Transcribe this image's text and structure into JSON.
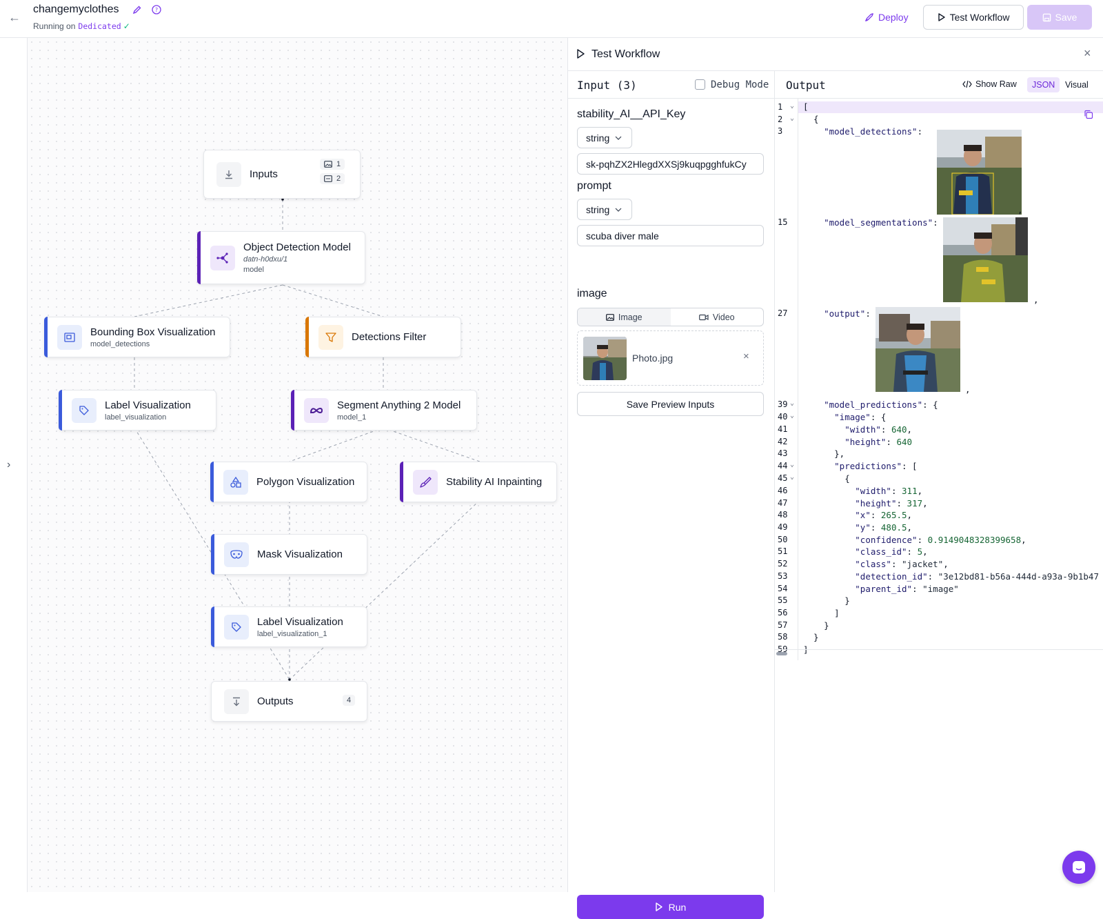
{
  "header": {
    "title": "changemyclothes",
    "running_prefix": "Running on",
    "running_target": "Dedicated",
    "deploy_label": "Deploy",
    "test_label": "Test Workflow",
    "save_label": "Save"
  },
  "colors": {
    "accent": "#7c3aed",
    "blue_accent": "#3b5bdb",
    "orange_accent": "#d97706",
    "purple_accent": "#5b21b6"
  },
  "nodes": {
    "inputs": {
      "label": "Inputs",
      "badge_images": "1",
      "badge_params": "2",
      "icon": "download-icon"
    },
    "object_detection": {
      "label": "Object Detection Model",
      "sub": "datn-h0dxu/1",
      "sub2": "model",
      "icon": "graph-icon"
    },
    "bbox_vis": {
      "label": "Bounding Box Visualization",
      "sub": "model_detections",
      "icon": "bounding-box-icon"
    },
    "det_filter": {
      "label": "Detections Filter",
      "icon": "filter-icon"
    },
    "label_vis": {
      "label": "Label Visualization",
      "sub": "label_visualization",
      "icon": "tag-icon"
    },
    "sam2": {
      "label": "Segment Anything 2 Model",
      "sub": "model_1",
      "icon": "meta-icon"
    },
    "polygon_vis": {
      "label": "Polygon Visualization",
      "icon": "shapes-icon"
    },
    "stability": {
      "label": "Stability AI Inpainting",
      "icon": "brush-icon"
    },
    "mask_vis": {
      "label": "Mask Visualization",
      "icon": "mask-icon"
    },
    "label_vis_1": {
      "label": "Label Visualization",
      "sub": "label_visualization_1",
      "icon": "tag-icon"
    },
    "outputs": {
      "label": "Outputs",
      "badge": "4",
      "icon": "download-icon"
    }
  },
  "panel": {
    "title": "Test Workflow",
    "input_title": "Input (3)",
    "debug_label": "Debug Mode",
    "fields": [
      {
        "label": "stability_AI__API_Key",
        "type": "string",
        "value": "sk-pqhZX2HlegdXXSj9kuqpgghfukCy"
      },
      {
        "label": "prompt",
        "type": "string",
        "value": "scuba diver male"
      },
      {
        "label": "image"
      }
    ],
    "media_image": "Image",
    "media_video": "Video",
    "file_name": "Photo.jpg",
    "save_preview": "Save Preview Inputs",
    "run_label": "Run",
    "output_title": "Output",
    "show_raw": "Show Raw",
    "json_label": "JSON",
    "visual_label": "Visual"
  },
  "code": {
    "line_numbers": [
      "1",
      "2",
      "3",
      "15",
      "27",
      "39",
      "40",
      "41",
      "42",
      "43",
      "44",
      "45",
      "46",
      "47",
      "48",
      "49",
      "50",
      "51",
      "52",
      "53",
      "54",
      "55",
      "56",
      "57",
      "58",
      "59"
    ],
    "l1": "[",
    "l2": "  {",
    "key_detections": "\"model_detections\"",
    "key_segmentations": "\"model_segmentations\"",
    "key_output": "\"output\"",
    "key_predictions_obj": "\"model_predictions\"",
    "key_image": "\"image\"",
    "key_width": "\"width\"",
    "val_width": "640",
    "key_height": "\"height\"",
    "val_height": "640",
    "key_predictions": "\"predictions\"",
    "p_width": "311",
    "p_height": "317",
    "p_x": "265.5",
    "p_y": "480.5",
    "p_confidence": "0.9149048328399658",
    "p_class_id": "5",
    "p_class": "\"jacket\"",
    "p_detection_id": "\"3e12bd81-b56a-444d-a93a-9b1b47",
    "p_parent_id": "\"image\"",
    "k_width": "\"width\"",
    "k_height": "\"height\"",
    "k_x": "\"x\"",
    "k_y": "\"y\"",
    "k_confidence": "\"confidence\"",
    "k_class_id": "\"class_id\"",
    "k_class": "\"class\"",
    "k_detection_id": "\"detection_id\"",
    "k_parent_id": "\"parent_id\""
  }
}
